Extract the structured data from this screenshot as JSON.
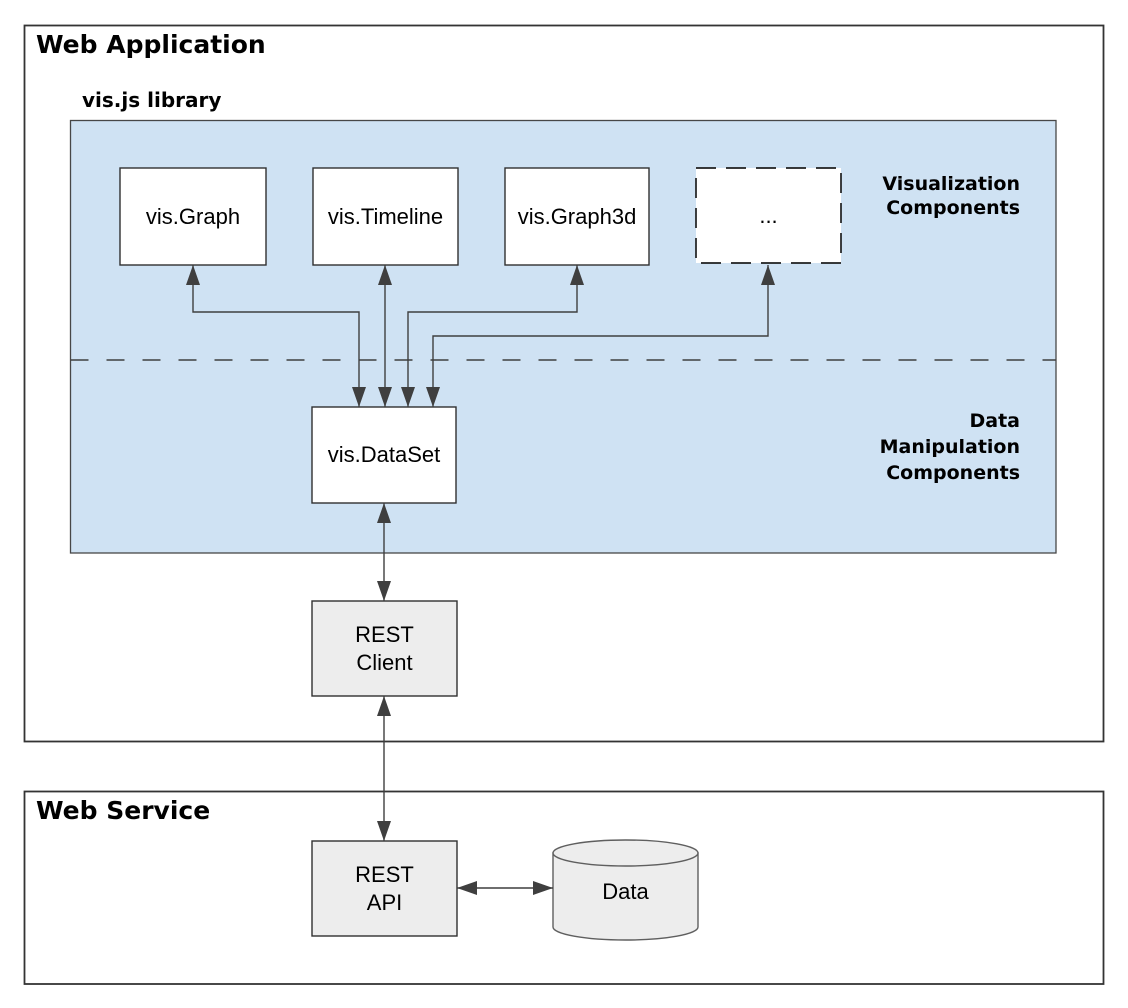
{
  "regions": {
    "web_application": {
      "title": "Web Application"
    },
    "visjs_library": {
      "title": "vis.js library"
    },
    "web_service": {
      "title": "Web Service"
    }
  },
  "group_labels": {
    "visualization": "Visualization\nComponents",
    "data_manipulation": "Data\nManipulation\nComponents"
  },
  "nodes": {
    "vis_graph": "vis.Graph",
    "vis_timeline": "vis.Timeline",
    "vis_graph3d": "vis.Graph3d",
    "more_components": "...",
    "vis_dataset": "vis.DataSet",
    "rest_client": "REST\nClient",
    "rest_api": "REST\nAPI",
    "data_store": "Data"
  },
  "colors": {
    "library_fill": "#cfe2f3",
    "node_fill_white": "#ffffff",
    "node_fill_gray": "#ededed",
    "line": "#3f3f3f"
  }
}
